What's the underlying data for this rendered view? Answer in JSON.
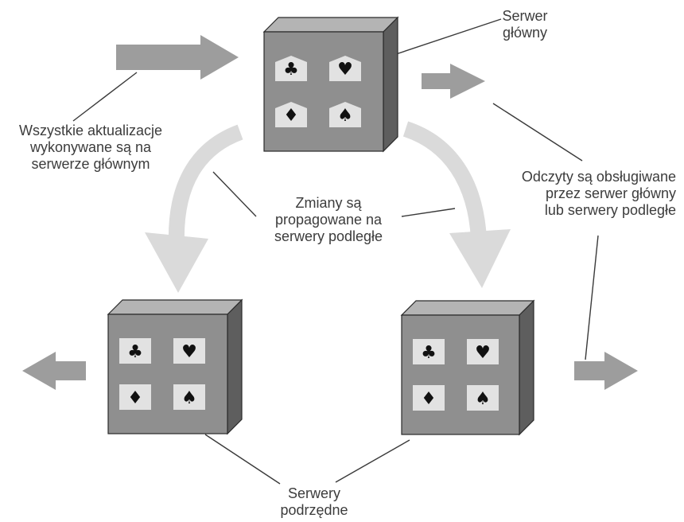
{
  "labels": {
    "master": [
      "Serwer",
      "główny"
    ],
    "updates": [
      "Wszystkie aktualizacje",
      "wykonywane są na",
      "serwerze głównym"
    ],
    "propagation": [
      "Zmiany są",
      "propagowane na",
      "serwery podległe"
    ],
    "reads": [
      "Odczyty są obsługiwane",
      "przez serwer główny",
      "lub serwery podległe"
    ],
    "slaves": [
      "Serwery",
      "podrzędne"
    ]
  },
  "cards": [
    {
      "suit": "club",
      "glyph": "♣"
    },
    {
      "suit": "heart",
      "glyph": "♥"
    },
    {
      "suit": "diamond",
      "glyph": "♦"
    },
    {
      "suit": "spade",
      "glyph": "♠"
    }
  ],
  "colors": {
    "box_front": "#8f8f8f",
    "box_side": "#5e5e5e",
    "box_top": "#b4b4b4",
    "arrow": "#9d9d9d",
    "propagation_arrow": "#dadada",
    "card": "#e2e2e2",
    "line": "#3a3a3a"
  }
}
